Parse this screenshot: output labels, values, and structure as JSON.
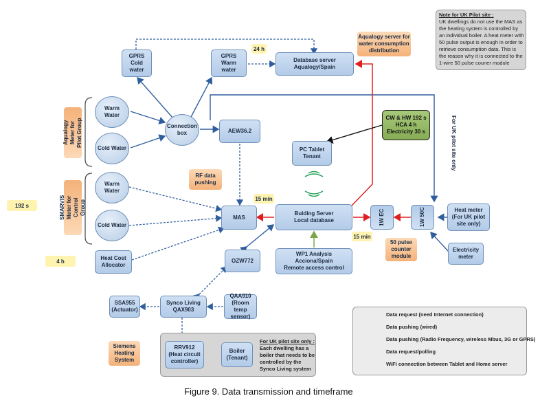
{
  "nodes": {
    "gprs_cold": "GPRS\nCold water",
    "gprs_warm": "GPRS\nWarm\nwater",
    "db_server": "Database server\nAqualogy/Spain",
    "aqualogy_server": "Aqualogy server for\nwater consumption\ndistribution",
    "warm_water_1": "Warm\nWater",
    "cold_water_1": "Cold Water",
    "connection_box": "Connection\nbox",
    "aew": "AEW36.2",
    "pc_tablet": "PC Tablet\nTenant",
    "timeframes": "CW & HW 192 s\nHCA 4 h\nElectricity 30 s",
    "aqualogy_group": "Aqualogy\nMeter for\nPilot Group",
    "smarvis_group": "SMARVIS\nMeter for\nControl\nGroup",
    "warm_water_2": "Warm\nWater",
    "cold_water_2": "Cold Water",
    "rf_pushing": "RF data\npushing",
    "mas": "MAS",
    "building_server": "Buiding Server\nLocal database",
    "ec_1w": "1W EC",
    "soc_1w": "1W 50C",
    "heat_meter": "Heat meter\n(For UK pilot\nsite only)",
    "heat_cost": "Heat Cost\nAllocator",
    "ozw": "OZW772",
    "wp1": "WP1 Analysis\nAcciona/Spain\nRemote access control",
    "pulse_module": "50 pulse\ncounter\nmodule",
    "electricity_meter": "Electricity\nmeter",
    "ssa": "SSA955\n(Actuator)",
    "synco": "Synco Living\nQAX903",
    "qaa": "QAA910\n(Room temp\nsensor)",
    "siemens": "Siemens\nHeating\nSystem",
    "rrv": "RRV912\n(Heat circuit\ncontroller)",
    "boiler": "Boiler\n(Tenant)"
  },
  "labels": {
    "t_24h": "24 h",
    "t_192s": "192 s",
    "t_4h": "4 h",
    "t_15min_a": "15 min",
    "t_15min_b": "15 min",
    "uk_only": "For UK pilot site only"
  },
  "uk_note": {
    "title": "Note for UK Pilot site :",
    "body": "UK dwellings do not use the MAS as the heating system is controlled by an individual boiler. A heat meter with 50 pulse output is enough in order to retrieve consumption data. This is the reason why it is connected to the 1-wire 50 pulse couner module"
  },
  "uk_boiler_note": {
    "title": "For UK pilot site only :",
    "body": "Each dwelling has a boiler that needs to be controlled by the Synco Living system"
  },
  "legend": [
    {
      "label": "Data request (need Internet connection)",
      "color": "#7aa64a",
      "style": "solid-arrow"
    },
    {
      "label": "Data pushing (wired)",
      "color": "#2f5e9e",
      "style": "solid-arrow"
    },
    {
      "label": "Data pushing (Radio Frequency, wireless Mbus, 3G or GPRS)",
      "color": "#2f5e9e",
      "style": "dotted-arrow"
    },
    {
      "label": "Data request/polling",
      "color": "#e02020",
      "style": "solid-arrow"
    },
    {
      "label": "WiFi connection between Tablet and Home server",
      "color": "#2aa35a",
      "style": "wifi"
    }
  ],
  "caption": "Figure 9. Data transmission and timeframe"
}
